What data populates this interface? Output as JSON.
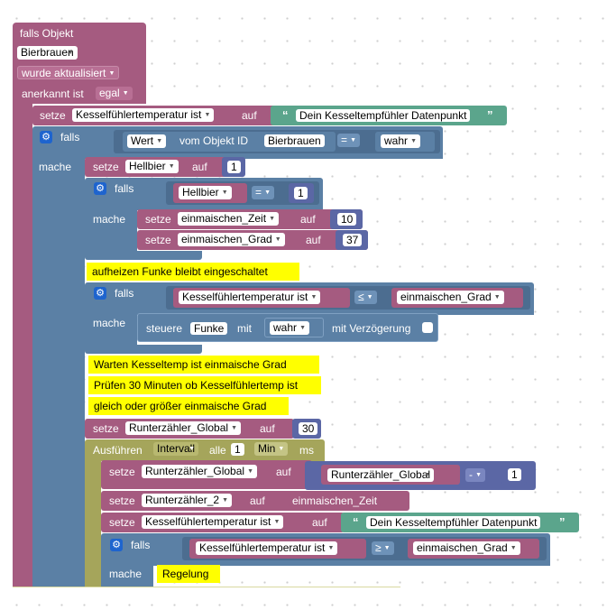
{
  "colors": {
    "event": "#a55b80",
    "variable": "#a55b80",
    "logic": "#5b80a5",
    "text": "#5ba58c",
    "math": "#5b67a5",
    "timer": "#a5a55b",
    "comment": "#ffff00"
  },
  "trigger": {
    "title": "falls Objekt",
    "object": "Bierbrauen",
    "mode": "wurde aktualisiert",
    "ack_label": "anerkannt ist",
    "ack_value": "egal"
  },
  "set1": {
    "setze": "setze",
    "var": "Kesselfühlertemperatur ist",
    "auf": "auf",
    "text": "Dein Kesseltempfühler Datenpunkt"
  },
  "if1": {
    "falls": "falls",
    "mache": "mache",
    "wert": "Wert",
    "vom": "vom Objekt ID",
    "object": "Bierbrauen",
    "op": "=",
    "value": "wahr"
  },
  "set_hellbier": {
    "setze": "setze",
    "var": "Hellbier",
    "auf": "auf",
    "num": "1"
  },
  "if2": {
    "falls": "falls",
    "mache": "mache",
    "var": "Hellbier",
    "op": "=",
    "num": "1",
    "set_a": {
      "setze": "setze",
      "var": "einmaischen_Zeit",
      "auf": "auf",
      "num": "10"
    },
    "set_b": {
      "setze": "setze",
      "var": "einmaischen_Grad",
      "auf": "auf",
      "num": "37"
    }
  },
  "comment1": "aufheizen Funke bleibt eingeschaltet",
  "if3": {
    "falls": "falls",
    "mache": "mache",
    "var_a": "Kesselfühlertemperatur ist",
    "op": "≤",
    "var_b": "einmaischen_Grad",
    "steuere": "steuere",
    "device": "Funke",
    "mit": "mit",
    "value": "wahr",
    "delay": "mit Verzögerung"
  },
  "comments": [
    "Warten Kesseltemp ist einmaische Grad",
    "Prüfen 30 Minuten ob Kesselfühlertemp ist",
    "gleich oder größer einmaische Grad"
  ],
  "set_runter": {
    "setze": "setze",
    "var": "Runterzähler_Global",
    "auf": "auf",
    "num": "30"
  },
  "timer": {
    "label": "Ausführen",
    "type": "Intervall",
    "alle": "alle",
    "num": "1",
    "unit": "Min",
    "ms": "ms"
  },
  "t_set1": {
    "setze": "setze",
    "var": "Runterzähler_Global",
    "auf": "auf",
    "var2": "Runterzähler_Global",
    "op": "-",
    "num": "1"
  },
  "t_set2": {
    "setze": "setze",
    "var": "Runterzähler_2",
    "auf": "auf",
    "var2": "einmaischen_Zeit"
  },
  "t_set3": {
    "setze": "setze",
    "var": "Kesselfühlertemperatur ist",
    "auf": "auf",
    "text": "Dein Kesseltempfühler Datenpunkt"
  },
  "if4": {
    "falls": "falls",
    "mache": "mache",
    "var_a": "Kesselfühlertemperatur ist",
    "op": "≥",
    "var_b": "einmaischen_Grad",
    "comment": "Regelung"
  },
  "quote_open": "“",
  "quote_close": "”",
  "gear_glyph": "⚙"
}
